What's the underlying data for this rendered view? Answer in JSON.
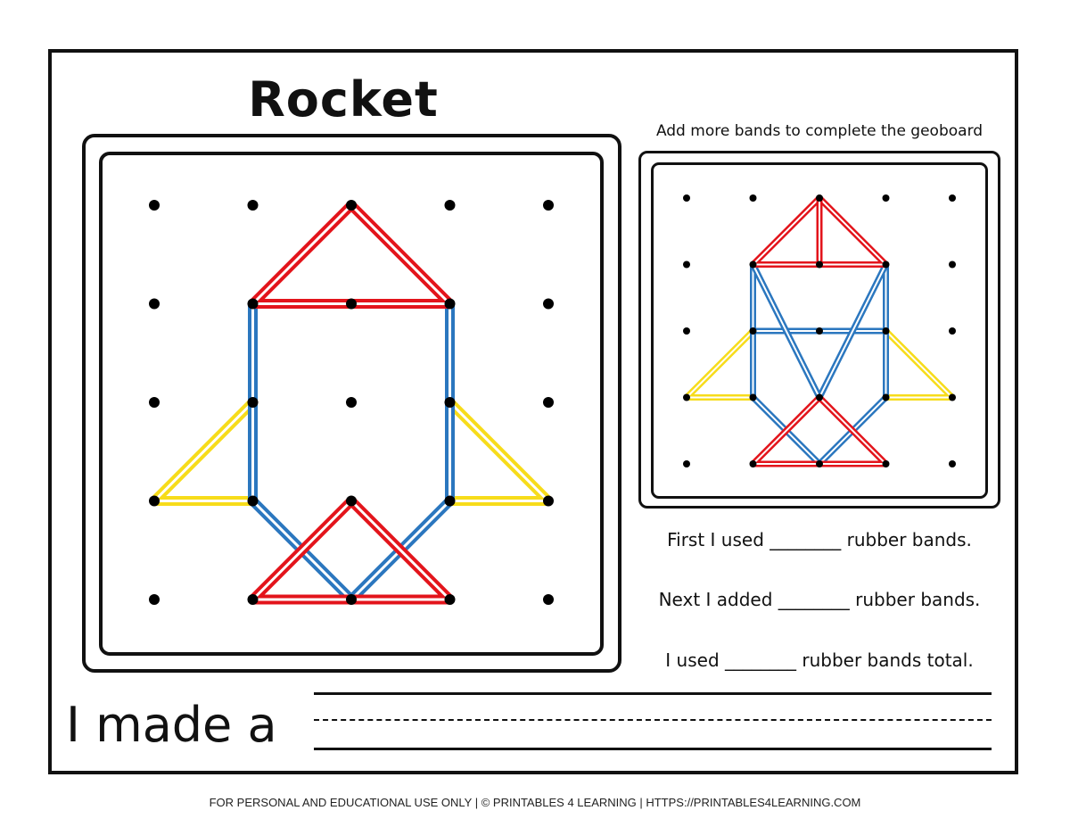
{
  "worksheet": {
    "title": "Rocket",
    "instruction": "Add more bands to complete the geoboard",
    "questions": [
      "First I used ________ rubber bands.",
      "Next I added ________ rubber bands.",
      "I used ________ rubber bands total."
    ],
    "made_prompt": "I made a",
    "footer": "FOR PERSONAL AND EDUCATIONAL USE ONLY | © PRINTABLES 4 LEARNING | HTTPS://PRINTABLES4LEARNING.COM"
  },
  "colors": {
    "red": "#e3141b",
    "blue": "#2b77bf",
    "yellow": "#f7dc1a",
    "peg": "#000000"
  },
  "geoboard": {
    "grid_size": 5,
    "start_bands": [
      {
        "color": "yellow",
        "points": [
          [
            0,
            3
          ],
          [
            1,
            3
          ],
          [
            1,
            2
          ]
        ]
      },
      {
        "color": "yellow",
        "points": [
          [
            4,
            3
          ],
          [
            3,
            3
          ],
          [
            3,
            2
          ]
        ]
      },
      {
        "color": "blue",
        "points": [
          [
            1,
            1
          ],
          [
            1,
            3
          ],
          [
            2,
            4
          ],
          [
            3,
            3
          ],
          [
            3,
            1
          ]
        ]
      },
      {
        "color": "red",
        "points": [
          [
            1,
            4
          ],
          [
            2,
            3
          ],
          [
            3,
            4
          ]
        ]
      },
      {
        "color": "red",
        "points": [
          [
            1,
            1
          ],
          [
            2,
            0
          ],
          [
            3,
            1
          ]
        ]
      }
    ],
    "complete_bands": [
      {
        "color": "yellow",
        "points": [
          [
            0,
            3
          ],
          [
            1,
            3
          ],
          [
            1,
            2
          ]
        ]
      },
      {
        "color": "yellow",
        "points": [
          [
            4,
            3
          ],
          [
            3,
            3
          ],
          [
            3,
            2
          ]
        ]
      },
      {
        "color": "blue",
        "points": [
          [
            1,
            1
          ],
          [
            1,
            3
          ],
          [
            2,
            4
          ],
          [
            3,
            3
          ],
          [
            3,
            1
          ]
        ]
      },
      {
        "color": "blue",
        "points": [
          [
            1,
            2
          ],
          [
            3,
            2
          ]
        ]
      },
      {
        "color": "blue",
        "points": [
          [
            1,
            1
          ],
          [
            2,
            3
          ],
          [
            3,
            1
          ]
        ]
      },
      {
        "color": "red",
        "points": [
          [
            1,
            4
          ],
          [
            2,
            3
          ],
          [
            3,
            4
          ]
        ]
      },
      {
        "color": "red",
        "points": [
          [
            1,
            1
          ],
          [
            2,
            0
          ],
          [
            3,
            1
          ]
        ]
      },
      {
        "color": "red",
        "points": [
          [
            2,
            0
          ],
          [
            2,
            1
          ]
        ]
      }
    ]
  }
}
